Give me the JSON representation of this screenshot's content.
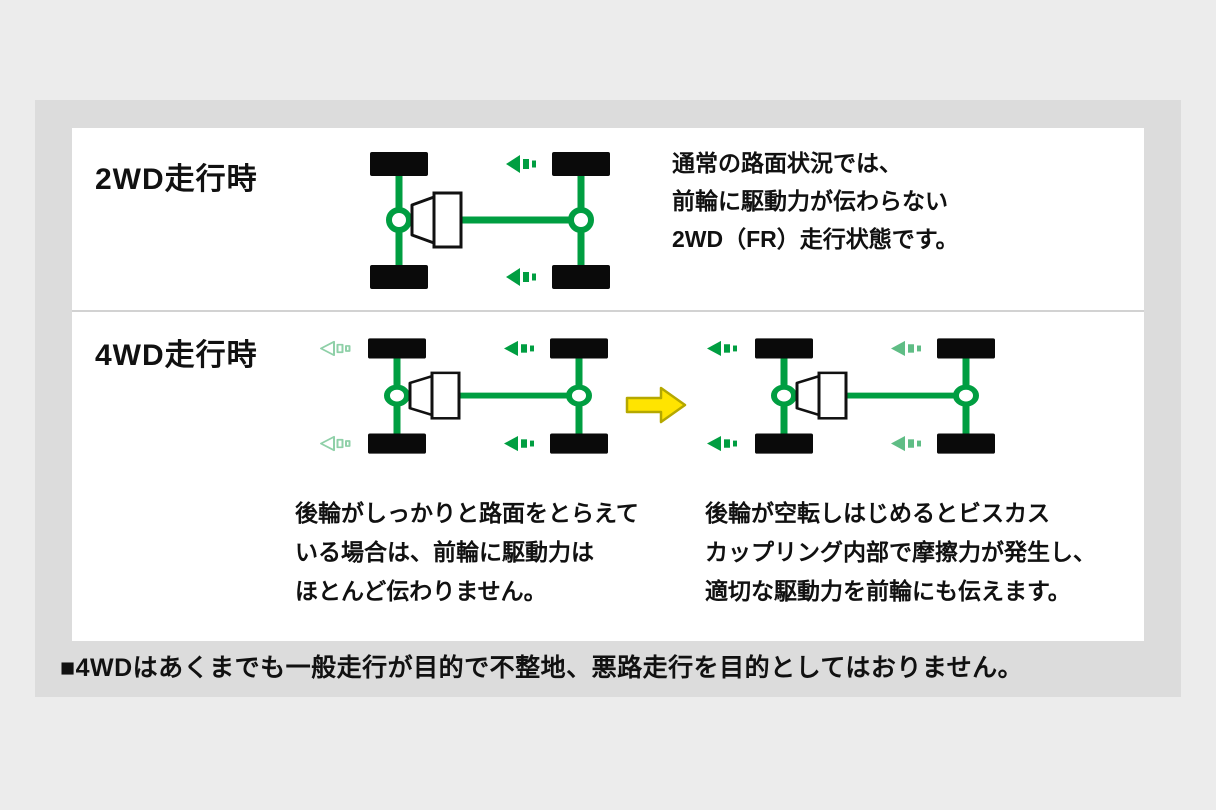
{
  "panel": {
    "twd": {
      "heading": "2WD走行時",
      "description": [
        "通常の路面状況では、",
        "前輪に駆動力が伝わらない",
        "2WD（FR）走行状態です。"
      ]
    },
    "fwd": {
      "heading": "4WD走行時",
      "left_caption": [
        "後輪がしっかりと路面をとらえて",
        "いる場合は、前輪に駆動力は",
        "ほとんど伝わりません。"
      ],
      "right_caption": [
        "後輪が空転しはじめるとビスカス",
        "カップリング内部で摩擦力が発生し、",
        "適切な駆動力を前輪にも伝えます。"
      ]
    }
  },
  "footnote": "■4WDはあくまでも一般走行が目的で不整地、悪路走行を目的としてはおりません。",
  "colors": {
    "page_bg": "#ececec",
    "band_bg": "#dcdcdc",
    "panel_bg": "#ffffff",
    "drive_green": "#009e41",
    "drive_green_mid": "#5fbd85",
    "drive_green_outline": "#8fd0a8",
    "wheel_black": "#0a0a0a",
    "transition_yellow": "#ffe400",
    "transition_yellow_edge": "#b5a800",
    "text": "#111111",
    "divider": "#d2d2d2"
  },
  "icons": {
    "drive_force_arrow_solid": "solid left-pointing arrow with motion dashes",
    "drive_force_arrow_outline": "outlined left-pointing arrow with motion dashes",
    "transition_arrow": "yellow right-pointing block arrow",
    "chassis": "top-view drivetrain: 4 wheels, engine, propeller shaft, differentials"
  }
}
